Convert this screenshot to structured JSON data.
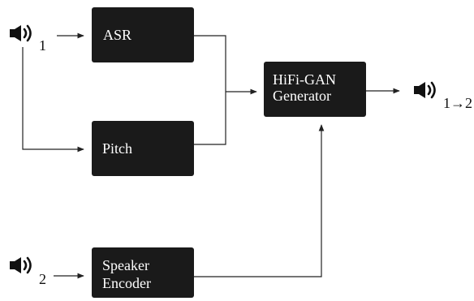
{
  "blocks": {
    "asr": "ASR",
    "pitch": "Pitch",
    "hifigan": [
      "HiFi-GAN",
      "Generator"
    ],
    "speaker_encoder": [
      "Speaker",
      "Encoder"
    ]
  },
  "speakers": {
    "source": "1",
    "target": "2",
    "output": "1→2"
  },
  "icons": {
    "speaker": "speaker-sound-icon"
  },
  "colors": {
    "block_fill": "#1a1a1a",
    "block_text": "#ffffff",
    "line": "#222222"
  }
}
